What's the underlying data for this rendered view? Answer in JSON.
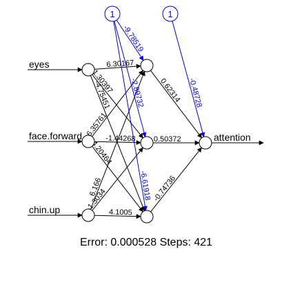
{
  "inputs": [
    {
      "id": "i0",
      "label": "eyes"
    },
    {
      "id": "i1",
      "label": "face.forward"
    },
    {
      "id": "i2",
      "label": "chin.up"
    }
  ],
  "output": {
    "label": "attention"
  },
  "bias_label": "1",
  "weights_input_hidden": [
    {
      "from": 0,
      "to": 0,
      "label": "6.30167"
    },
    {
      "from": 0,
      "to": 1,
      "label": "-1.30397"
    },
    {
      "from": 0,
      "to": 2,
      "label": "-4.75451"
    },
    {
      "from": 1,
      "to": 0,
      "label": "-6.35761"
    },
    {
      "from": 1,
      "to": 1,
      "label": "-1.44268"
    },
    {
      "from": 1,
      "to": 2,
      "label": "4.20464"
    },
    {
      "from": 2,
      "to": 0,
      "label": "6.166"
    },
    {
      "from": 2,
      "to": 1,
      "label": "-1.3034"
    },
    {
      "from": 2,
      "to": 2,
      "label": "4.1005"
    }
  ],
  "weights_hidden_output": [
    {
      "from": 0,
      "label": "0.62314"
    },
    {
      "from": 1,
      "label": "0.50372"
    },
    {
      "from": 2,
      "label": "-0.74736"
    }
  ],
  "bias_hidden": [
    {
      "to": 0,
      "label": "-9.78519"
    },
    {
      "to": 1,
      "label": "-2.89732"
    },
    {
      "to": 2,
      "label": "-6.61918"
    }
  ],
  "bias_output": {
    "label": "-0.48728"
  },
  "footer": {
    "error_label": "Error:",
    "error": "0.000528",
    "steps_label": "Steps:",
    "steps": "421"
  },
  "colors": {
    "bias": "#0000dd",
    "edge": "#000000"
  }
}
